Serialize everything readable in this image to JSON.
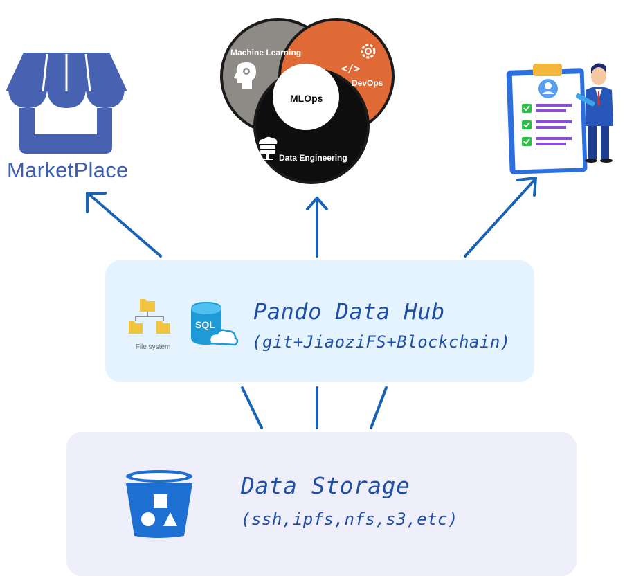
{
  "marketplace": {
    "label": "MarketPlace"
  },
  "venn": {
    "ml_label": "Machine Learning",
    "devops_label": "DevOps",
    "de_label": "Data Engineering",
    "center_label": "MLOps",
    "colors": {
      "ml": "#8e8a86",
      "devops": "#e06a35",
      "de": "#0e0e0e",
      "center": "#ffffff"
    }
  },
  "hub": {
    "title": "Pando Data Hub",
    "subtitle": "(git+JiaoziFS+Blockchain)",
    "fs_label": "File system",
    "sql_label": "SQL"
  },
  "storage": {
    "title": "Data Storage",
    "subtitle": "(ssh,ipfs,nfs,s3,etc)"
  },
  "icons": [
    "store-icon",
    "ml-brain-icon",
    "code-icon",
    "gear-icon",
    "server-cloud-icon",
    "clipboard-checklist-icon",
    "businessman-icon",
    "file-system-icon",
    "sql-database-icon",
    "storage-bucket-icon"
  ],
  "colors": {
    "arrow": "#1a62b3",
    "hub_bg": "#e4f3fd",
    "storage_bg": "#efeefb",
    "text": "#1d4fa8"
  }
}
